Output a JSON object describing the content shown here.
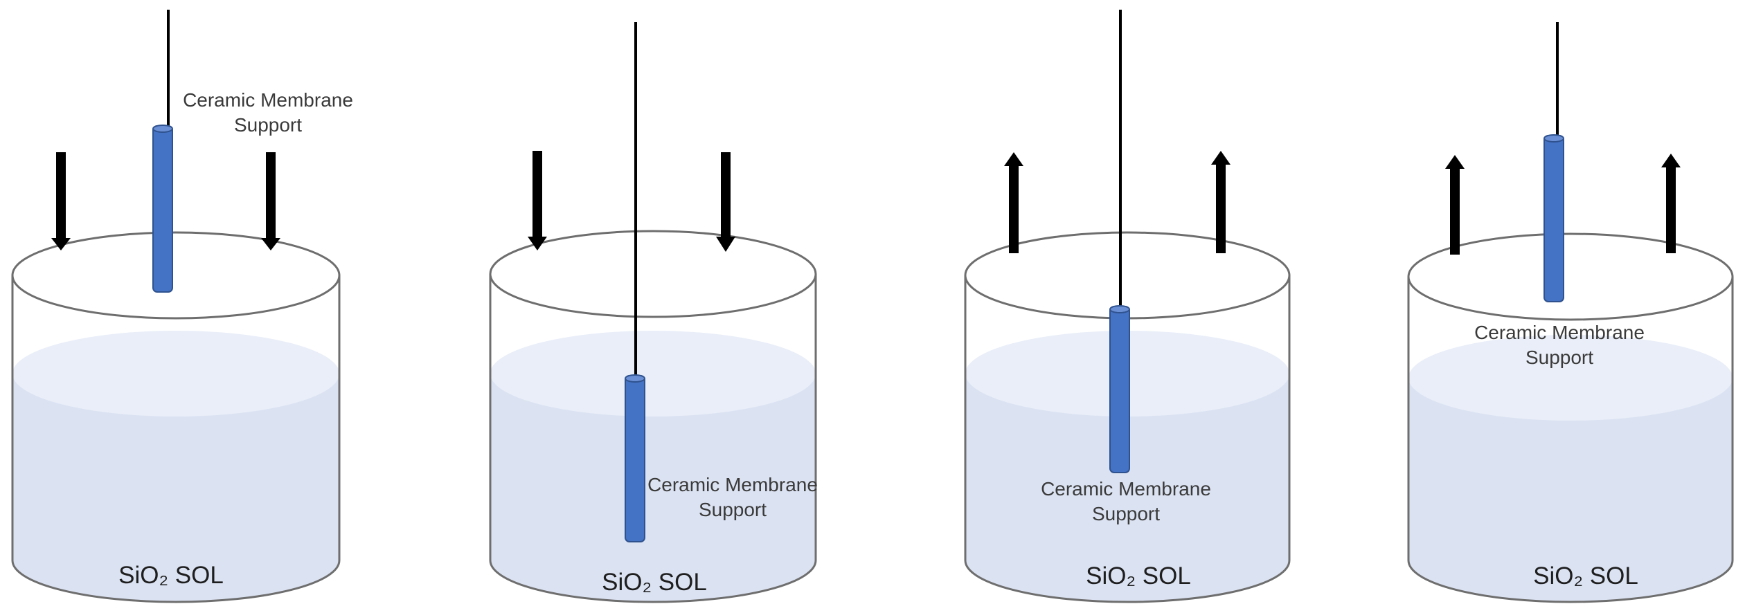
{
  "support_label_line1": "Ceramic Membrane",
  "support_label_line2": "Support",
  "sol_label": "SiO₂ SOL",
  "colors": {
    "liquid": "#dbe2f2",
    "liquid_surface": "#e9eef8",
    "support_rod": "#4472c4",
    "support_rod_edge": "#2f528f",
    "outline": "#6e6e6e",
    "arrow": "#000000"
  },
  "stages": [
    {
      "arrow_direction": "down"
    },
    {
      "arrow_direction": "down"
    },
    {
      "arrow_direction": "up"
    },
    {
      "arrow_direction": "up"
    }
  ]
}
